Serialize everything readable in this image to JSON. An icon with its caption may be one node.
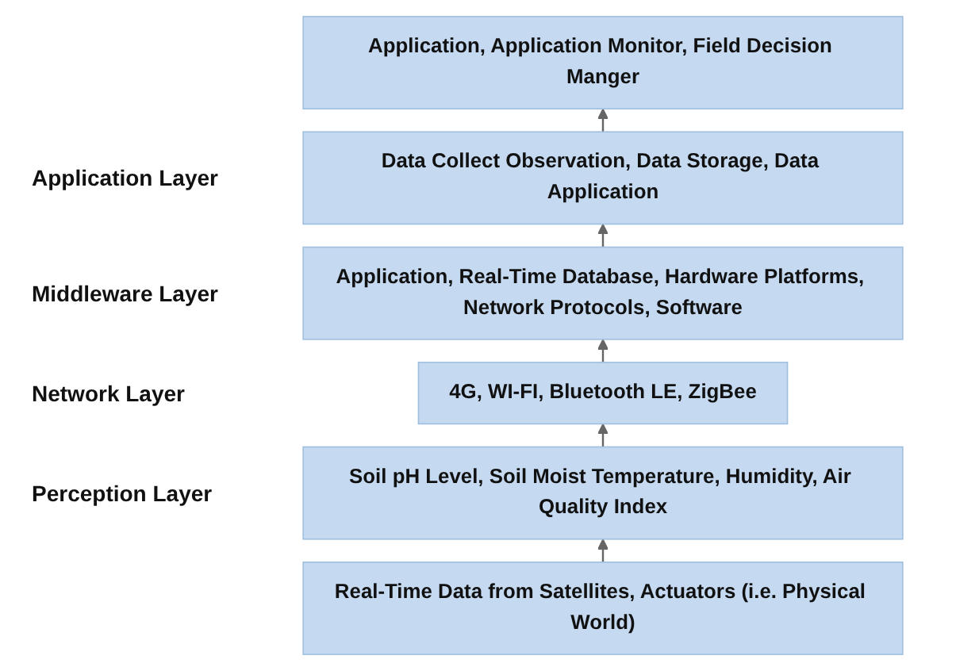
{
  "diagram": {
    "nodes": [
      {
        "text": [
          "Application, Application Monitor, Field Decision Manger"
        ]
      },
      {
        "text": [
          "Data Collect Observation, Data Storage, Data Application"
        ]
      },
      {
        "text": [
          "Application, Real-Time Database, Hardware Platforms, Network Protocols, Software"
        ]
      },
      {
        "text": [
          "4G, WI-FI, Bluetooth LE, ZigBee"
        ]
      },
      {
        "text": [
          "Soil pH Level, Soil Moist Temperature, Humidity, Air Quality Index"
        ]
      },
      {
        "text": [
          "Real-Time Data from Satellites, Actuators (i.e. Physical World)"
        ]
      }
    ],
    "edges": [
      {
        "from": 1,
        "to": 0,
        "arrow": "to"
      },
      {
        "from": 2,
        "to": 1,
        "arrow": "to"
      },
      {
        "from": 3,
        "to": 2,
        "arrow": "to"
      },
      {
        "from": 4,
        "to": 3,
        "arrow": "to"
      },
      {
        "from": 5,
        "to": 4,
        "arrow": "to"
      }
    ],
    "labels": [
      "Application Layer",
      "Middleware Layer",
      "Network Layer",
      "Perception Layer"
    ]
  }
}
